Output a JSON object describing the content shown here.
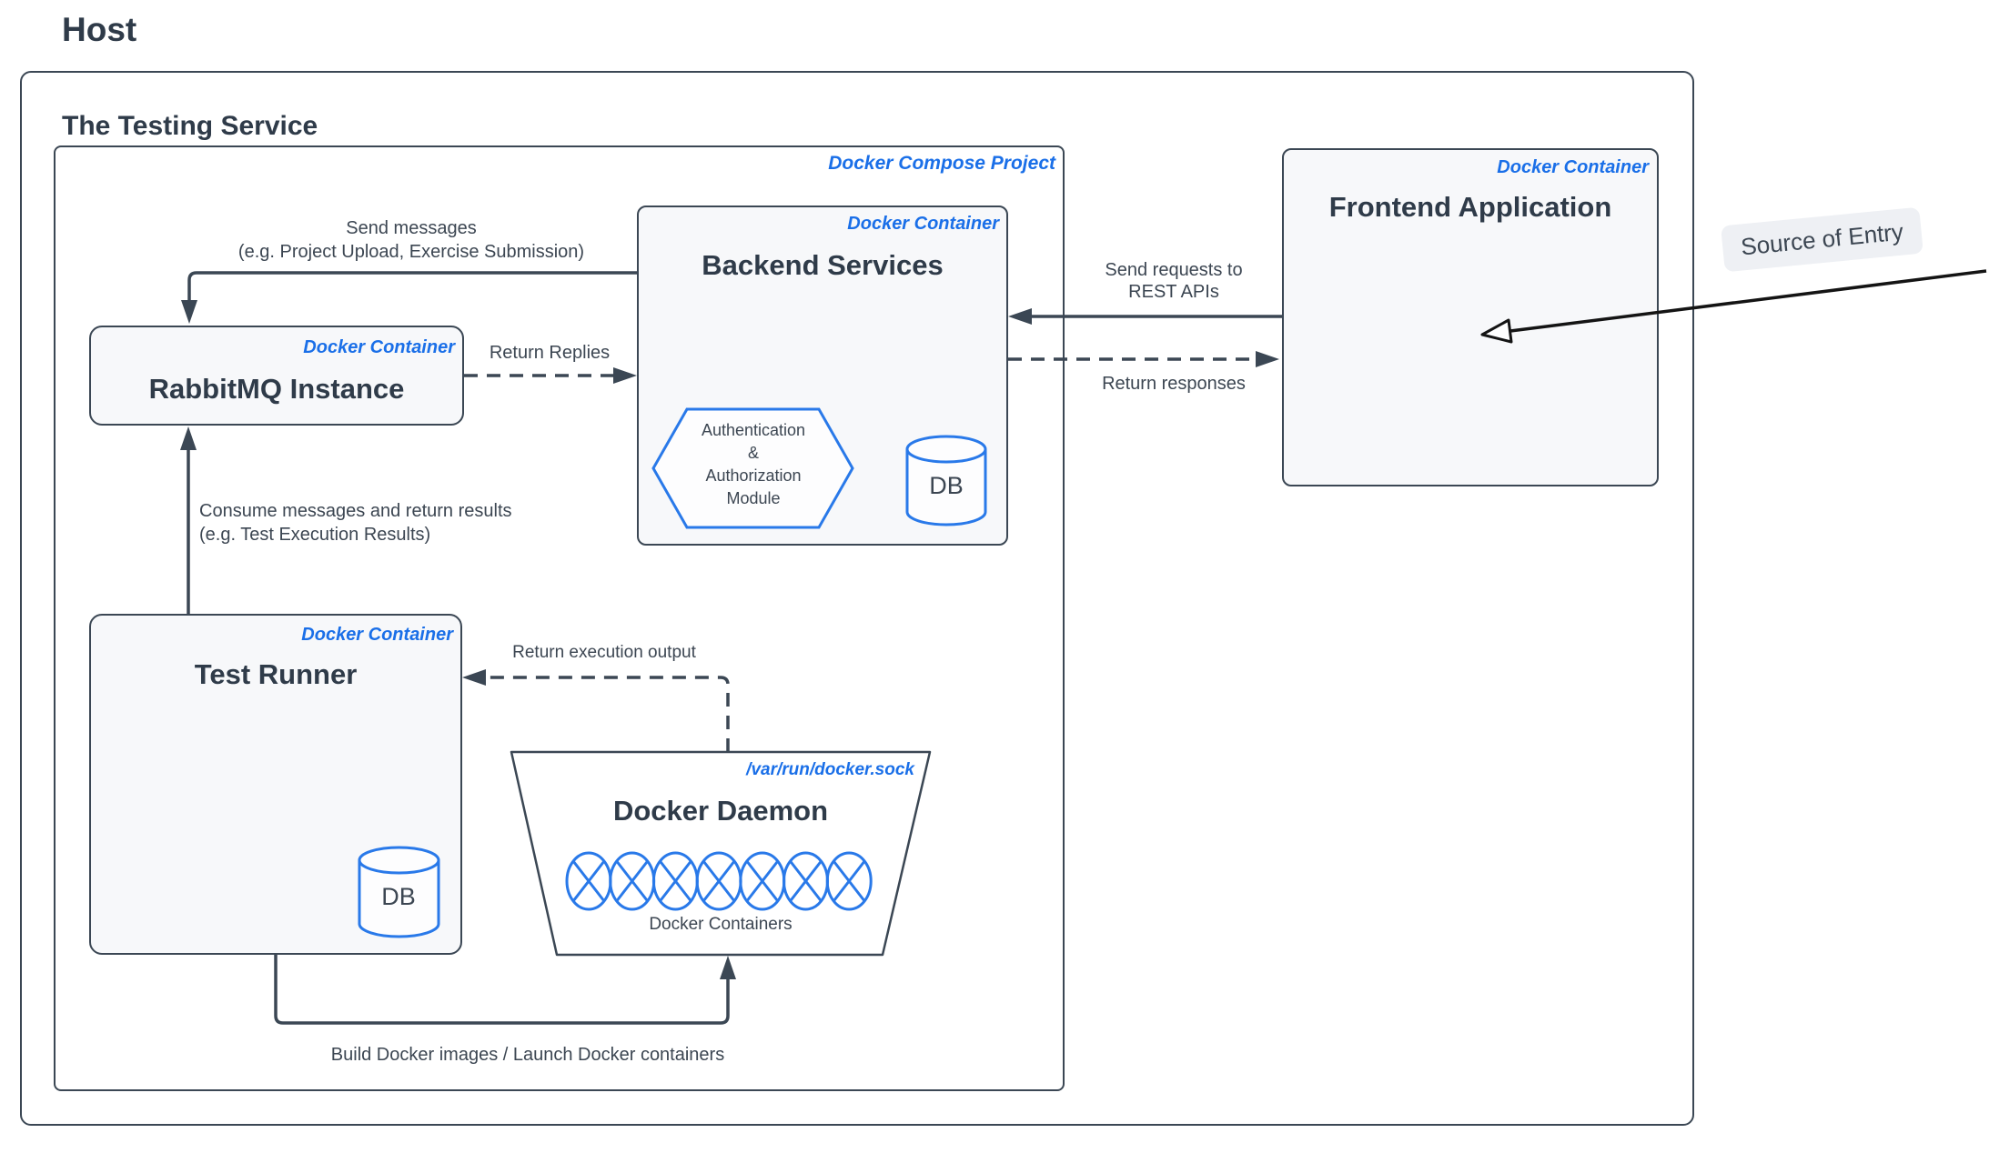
{
  "colors": {
    "stroke_dark": "#3b4754",
    "text_dark": "#2f3b49",
    "text_mid": "#3c4652",
    "accent_blue": "#1a6fe8",
    "shape_blue": "#2979e9",
    "node_fill": "#f7f8fa",
    "label_bg": "#eef0f4",
    "arrow_black": "#141414"
  },
  "containers": {
    "host": {
      "title": "Host"
    },
    "testing_service": {
      "title": "The Testing Service"
    },
    "compose": {
      "badge": "Docker Compose Project"
    }
  },
  "nodes": {
    "rabbitmq": {
      "badge": "Docker Container",
      "title": "RabbitMQ Instance"
    },
    "backend": {
      "badge": "Docker Container",
      "title": "Backend Services",
      "auth_lines": [
        "Authentication",
        "&",
        "Authorization",
        "Module"
      ],
      "db_label": "DB"
    },
    "test_runner": {
      "badge": "Docker Container",
      "title": "Test Runner",
      "db_label": "DB"
    },
    "docker_daemon": {
      "badge": "/var/run/docker.sock",
      "title": "Docker Daemon",
      "containers_label": "Docker Containers"
    },
    "frontend": {
      "badge": "Docker Container",
      "title": "Frontend Application"
    }
  },
  "edges": {
    "send_messages": {
      "line1": "Send messages",
      "line2": "(e.g. Project Upload, Exercise Submission)"
    },
    "return_replies": {
      "label": "Return Replies"
    },
    "send_requests": {
      "line1": "Send requests to",
      "line2": "REST APIs"
    },
    "return_responses": {
      "label": "Return responses"
    },
    "consume_messages": {
      "line1": "Consume messages and return results",
      "line2": "(e.g. Test Execution Results)"
    },
    "return_execution": {
      "label": "Return execution output"
    },
    "build_launch": {
      "label": "Build Docker images / Launch Docker containers"
    },
    "source_of_entry": {
      "label": "Source of Entry"
    }
  }
}
